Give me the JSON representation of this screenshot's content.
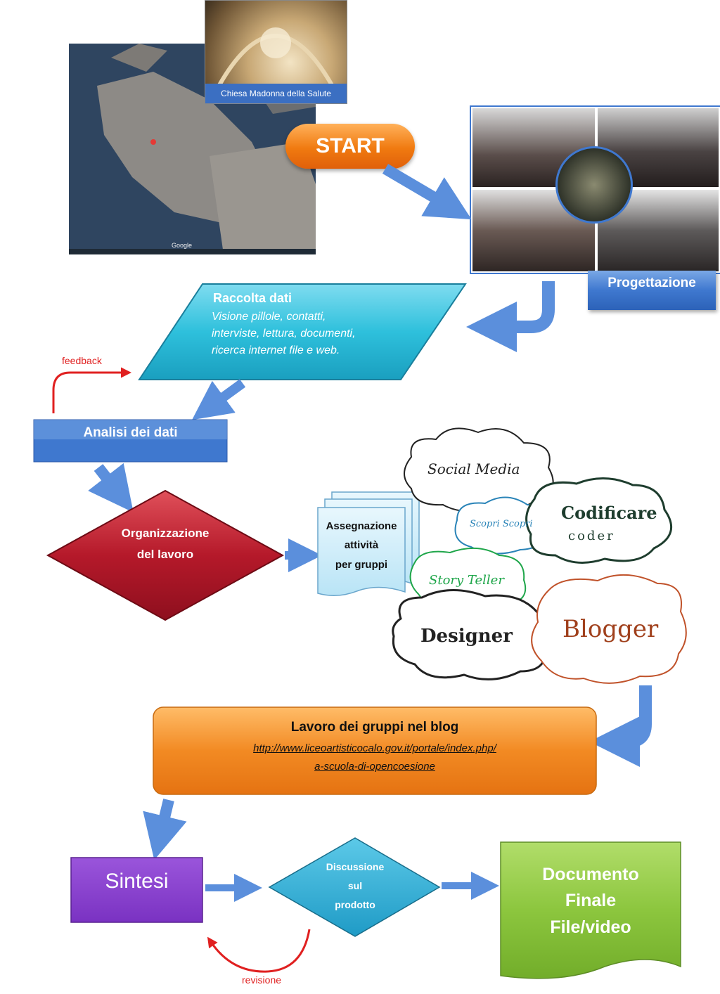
{
  "colors": {
    "start_orange": "#f07a10",
    "blue_box": "#3f78cf",
    "cyan_parallelogram": "#2ec0dc",
    "red_diamond": "#b5192a",
    "blog_orange": "#f28a23",
    "sintesi_purple": "#8a3fd0",
    "discussione_cyan": "#2fb0d6",
    "documento_green": "#8cc63e",
    "arrow_blue": "#5b8fdc",
    "feedback_red": "#e02020"
  },
  "top": {
    "church_caption": "Chiesa Madonna della Salute",
    "start_label": "START",
    "progettazione_label": "Progettazione",
    "map_google_label": "Google"
  },
  "raccolta": {
    "title": "Raccolta dati",
    "line1": "Visione pillole, contatti,",
    "line2": "interviste, lettura, documenti,",
    "line3": "ricerca internet file e web."
  },
  "feedback_label": "feedback",
  "analisi_label": "Analisi dei dati",
  "organizzazione": {
    "line1": "Organizzazione",
    "line2": "del lavoro"
  },
  "assegnazione": {
    "line1": "Assegnazione",
    "line2": "attività",
    "line3": "per gruppi"
  },
  "clouds": {
    "social_media": "Social Media",
    "scopri_scopri": "Scopri Scopri",
    "codificare": "Codificare",
    "coder": "coder",
    "story_teller": "Story Teller",
    "designer": "Designer",
    "blogger": "Blogger"
  },
  "blog": {
    "title": "Lavoro dei gruppi nel blog",
    "url_line1": "http://www.liceoartisticocalo.gov.it/portale/index.php/",
    "url_line2": "a-scuola-di-opencoesione"
  },
  "sintesi_label": "Sintesi",
  "discussione": {
    "line1": "Discussione",
    "line2": "sul",
    "line3": "prodotto"
  },
  "documento": {
    "line1": "Documento",
    "line2": "Finale",
    "line3": "File/video"
  },
  "revisione_label": "revisione"
}
